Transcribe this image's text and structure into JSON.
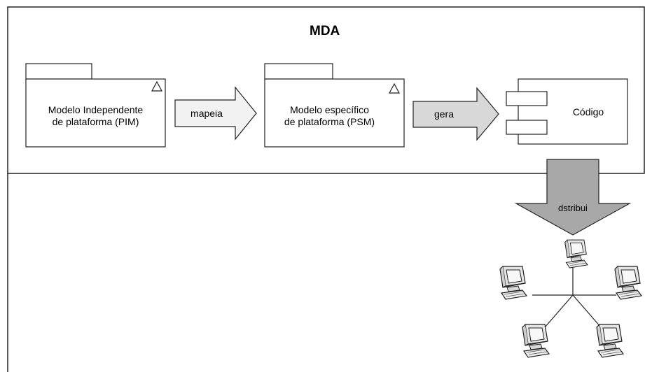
{
  "diagram": {
    "title": "MDA",
    "pim": {
      "line1": "Modelo Independente",
      "line2": "de plataforma (PIM)"
    },
    "psm": {
      "line1": "Modelo específico",
      "line2": "de plataforma (PSM)"
    },
    "code": {
      "label": "Código"
    },
    "arrows": {
      "maps": "mapeia",
      "generates": "gera",
      "distributes": "dstribui"
    }
  },
  "colors": {
    "frame": "#222222",
    "maps_arrow_fill": "#f2f2f2",
    "generates_arrow_fill": "#d8d8d8",
    "distribute_arrow_fill": "#a8a8a8",
    "computer_fill": "#e6e6e6"
  }
}
